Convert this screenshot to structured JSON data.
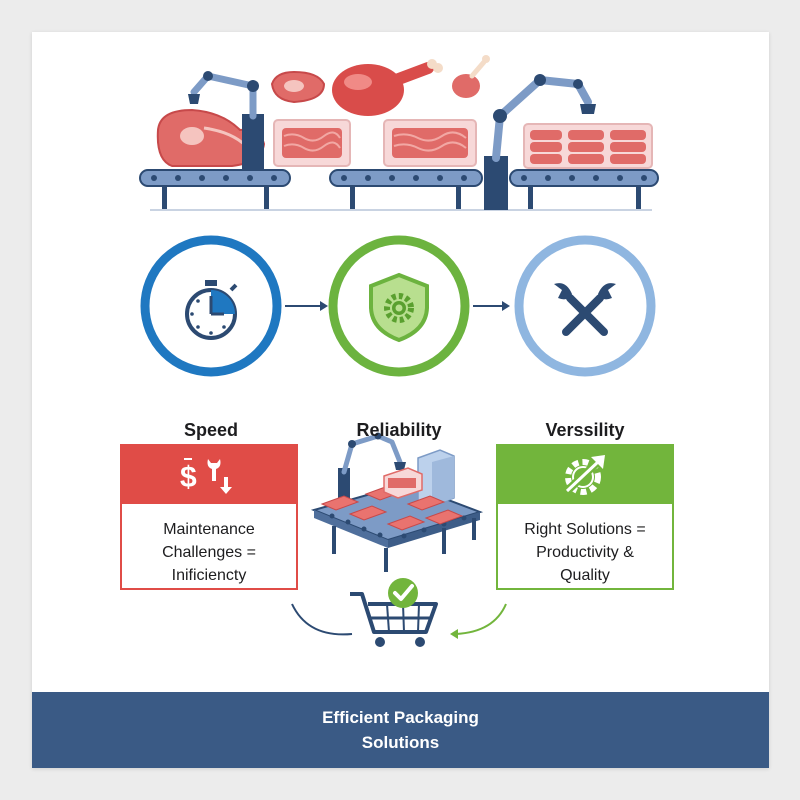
{
  "pillars": [
    {
      "label": "Speed",
      "icon": "stopwatch-icon",
      "color": "#1f78c1"
    },
    {
      "label": "Reliability",
      "icon": "shield-gear-icon",
      "color": "#6cb33f"
    },
    {
      "label": "Verssility",
      "icon": "crossed-tools-icon",
      "color": "#8fb6e0"
    }
  ],
  "problem": {
    "icon": "dollar-wrench-icon",
    "text_lines": [
      "Maintenance",
      "Challenges =",
      "Inificiencty"
    ],
    "color": "#e04c47"
  },
  "solution": {
    "icon": "gear-arrow-icon",
    "text_lines": [
      "Right Solutions =",
      "Productivity &",
      "Quality"
    ],
    "color": "#72b53c"
  },
  "footer": {
    "lines": [
      "Efficient Packaging",
      "Solutions"
    ],
    "color": "#3a5a85"
  },
  "colors": {
    "meat": "#e06b68",
    "conveyor": "#7d9bc6",
    "navy": "#2c4a72",
    "tray": "#f7d8d8"
  }
}
